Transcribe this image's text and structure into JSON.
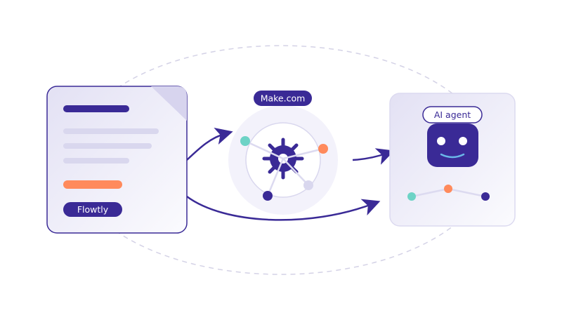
{
  "source_card": {
    "label": "Flowtly"
  },
  "hub": {
    "label": "Make.com"
  },
  "agent_card": {
    "label": "AI agent"
  },
  "colors": {
    "primary": "#3a2a96",
    "accent_orange": "#ff8a5c",
    "accent_teal": "#6dd3c6",
    "light": "#dcdaf0",
    "dashed": "#d4d2e6"
  }
}
